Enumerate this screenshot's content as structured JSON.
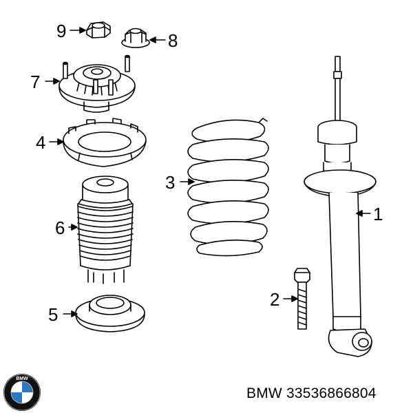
{
  "callouts": [
    {
      "id": "1",
      "text": "1"
    },
    {
      "id": "2",
      "text": "2"
    },
    {
      "id": "3",
      "text": "3"
    },
    {
      "id": "4",
      "text": "4"
    },
    {
      "id": "5",
      "text": "5"
    },
    {
      "id": "6",
      "text": "6"
    },
    {
      "id": "7",
      "text": "7"
    },
    {
      "id": "8",
      "text": "8"
    },
    {
      "id": "9",
      "text": "9"
    }
  ],
  "caption": "BMW 33536866804",
  "logo": {
    "letters": "BMW",
    "colors": {
      "blue": "#2b78c5",
      "ring": "#111111",
      "white": "#ffffff"
    }
  }
}
